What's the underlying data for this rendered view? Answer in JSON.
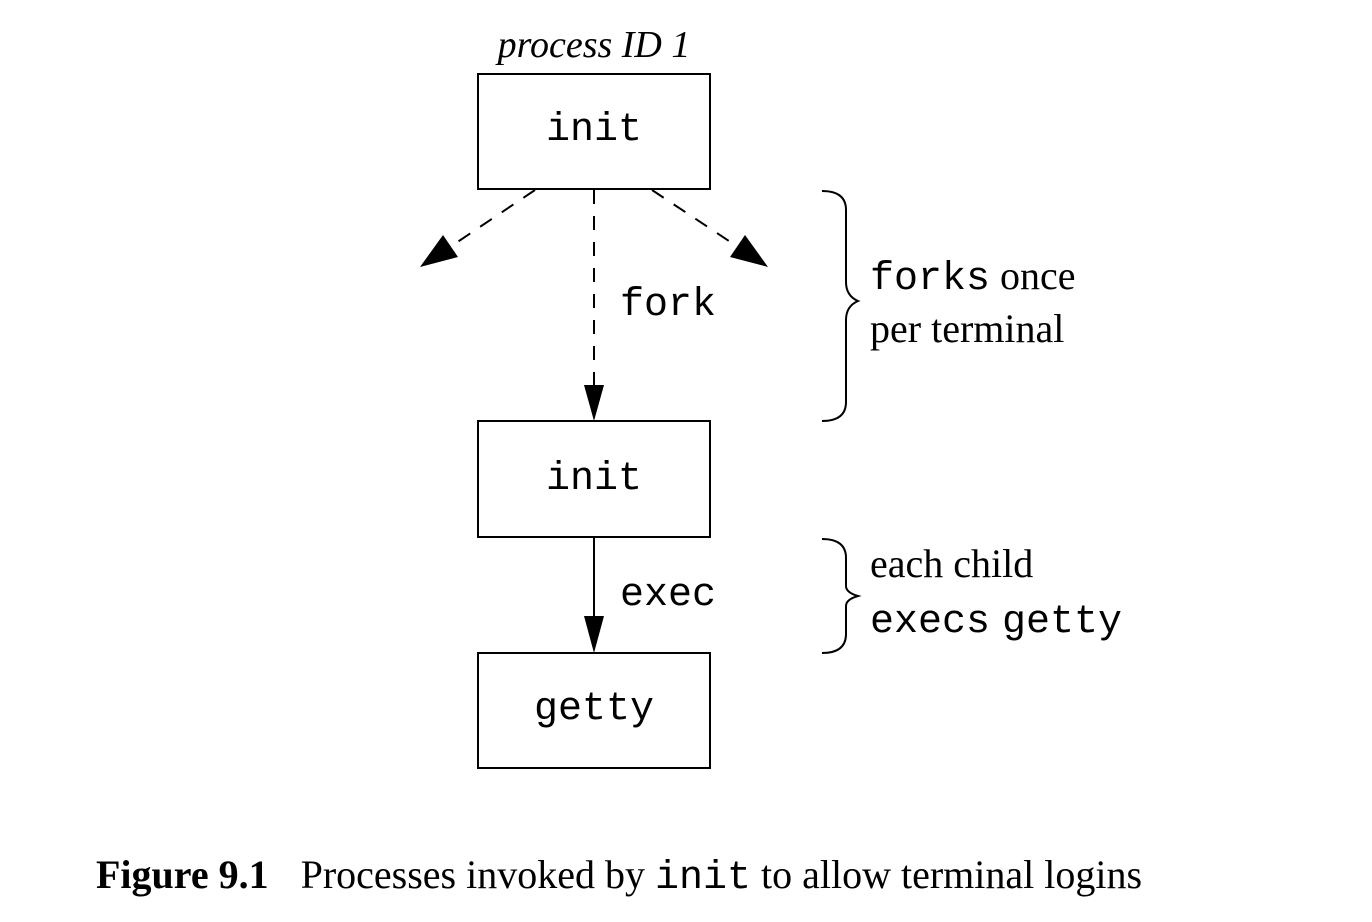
{
  "diagram": {
    "top_process_label": "process ID 1",
    "nodes": {
      "init_parent": "init",
      "init_child": "init",
      "getty": "getty"
    },
    "edges": {
      "fork_label": "fork",
      "exec_label": "exec"
    },
    "annotations": {
      "forks_part1_code": "forks",
      "forks_part1_text": " once",
      "forks_line2": "per terminal",
      "exec_line1": "each child",
      "exec_line2_code1": "execs",
      "exec_line2_code2": "getty"
    }
  },
  "caption": {
    "label": "Figure 9.1",
    "text_before": "Processes invoked by ",
    "code": "init",
    "text_after": " to allow terminal logins"
  }
}
